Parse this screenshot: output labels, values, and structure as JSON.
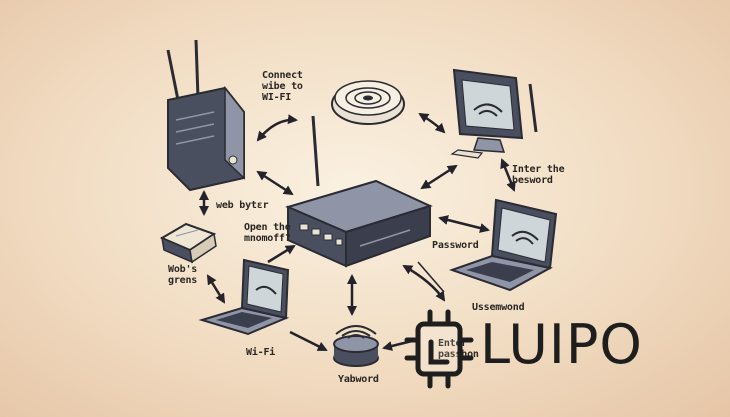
{
  "labels": {
    "connect": "Connect\nwibe to\nWI-FI",
    "inter_the": "Inter the\nbesword",
    "web_byter": "web bytεr",
    "open_the": "Open the\nmnomoff?",
    "password": "Password",
    "webs_grens": "Wob's\ngrens",
    "ussemwond": "Ussemwond",
    "wi_fi": "Wi-Fi",
    "yabword": "Yabword",
    "enter_pass": "Enter\npasshon"
  },
  "logo": {
    "text": "LUIPO",
    "color": "#1e1e1e"
  },
  "colors": {
    "outline": "#2b2b33",
    "device_body": "#4a4f60",
    "device_light": "#8f95a6",
    "screen": "#cfd6da"
  },
  "icons": [
    "tower-router-icon",
    "wifi-disc-icon",
    "monitor-icon",
    "main-router-icon",
    "book-icon",
    "laptop-right-icon",
    "laptop-left-icon",
    "wifi-puck-icon",
    "chip-logo-icon"
  ]
}
